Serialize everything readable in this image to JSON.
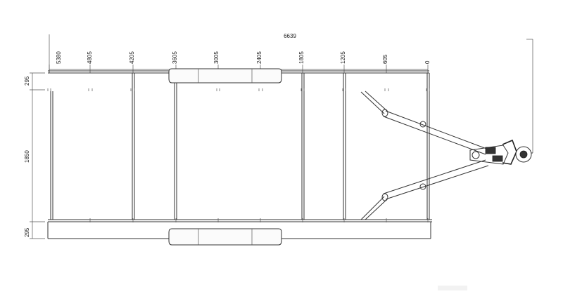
{
  "drawing": {
    "overall_length_label": "6639",
    "station_labels": [
      "5380",
      "4805",
      "4205",
      "3605",
      "3005",
      "2405",
      "1805",
      "1205",
      "605",
      "0"
    ],
    "width_labels": {
      "top_margin": "295",
      "center": "1850",
      "bottom_margin": "295"
    }
  }
}
